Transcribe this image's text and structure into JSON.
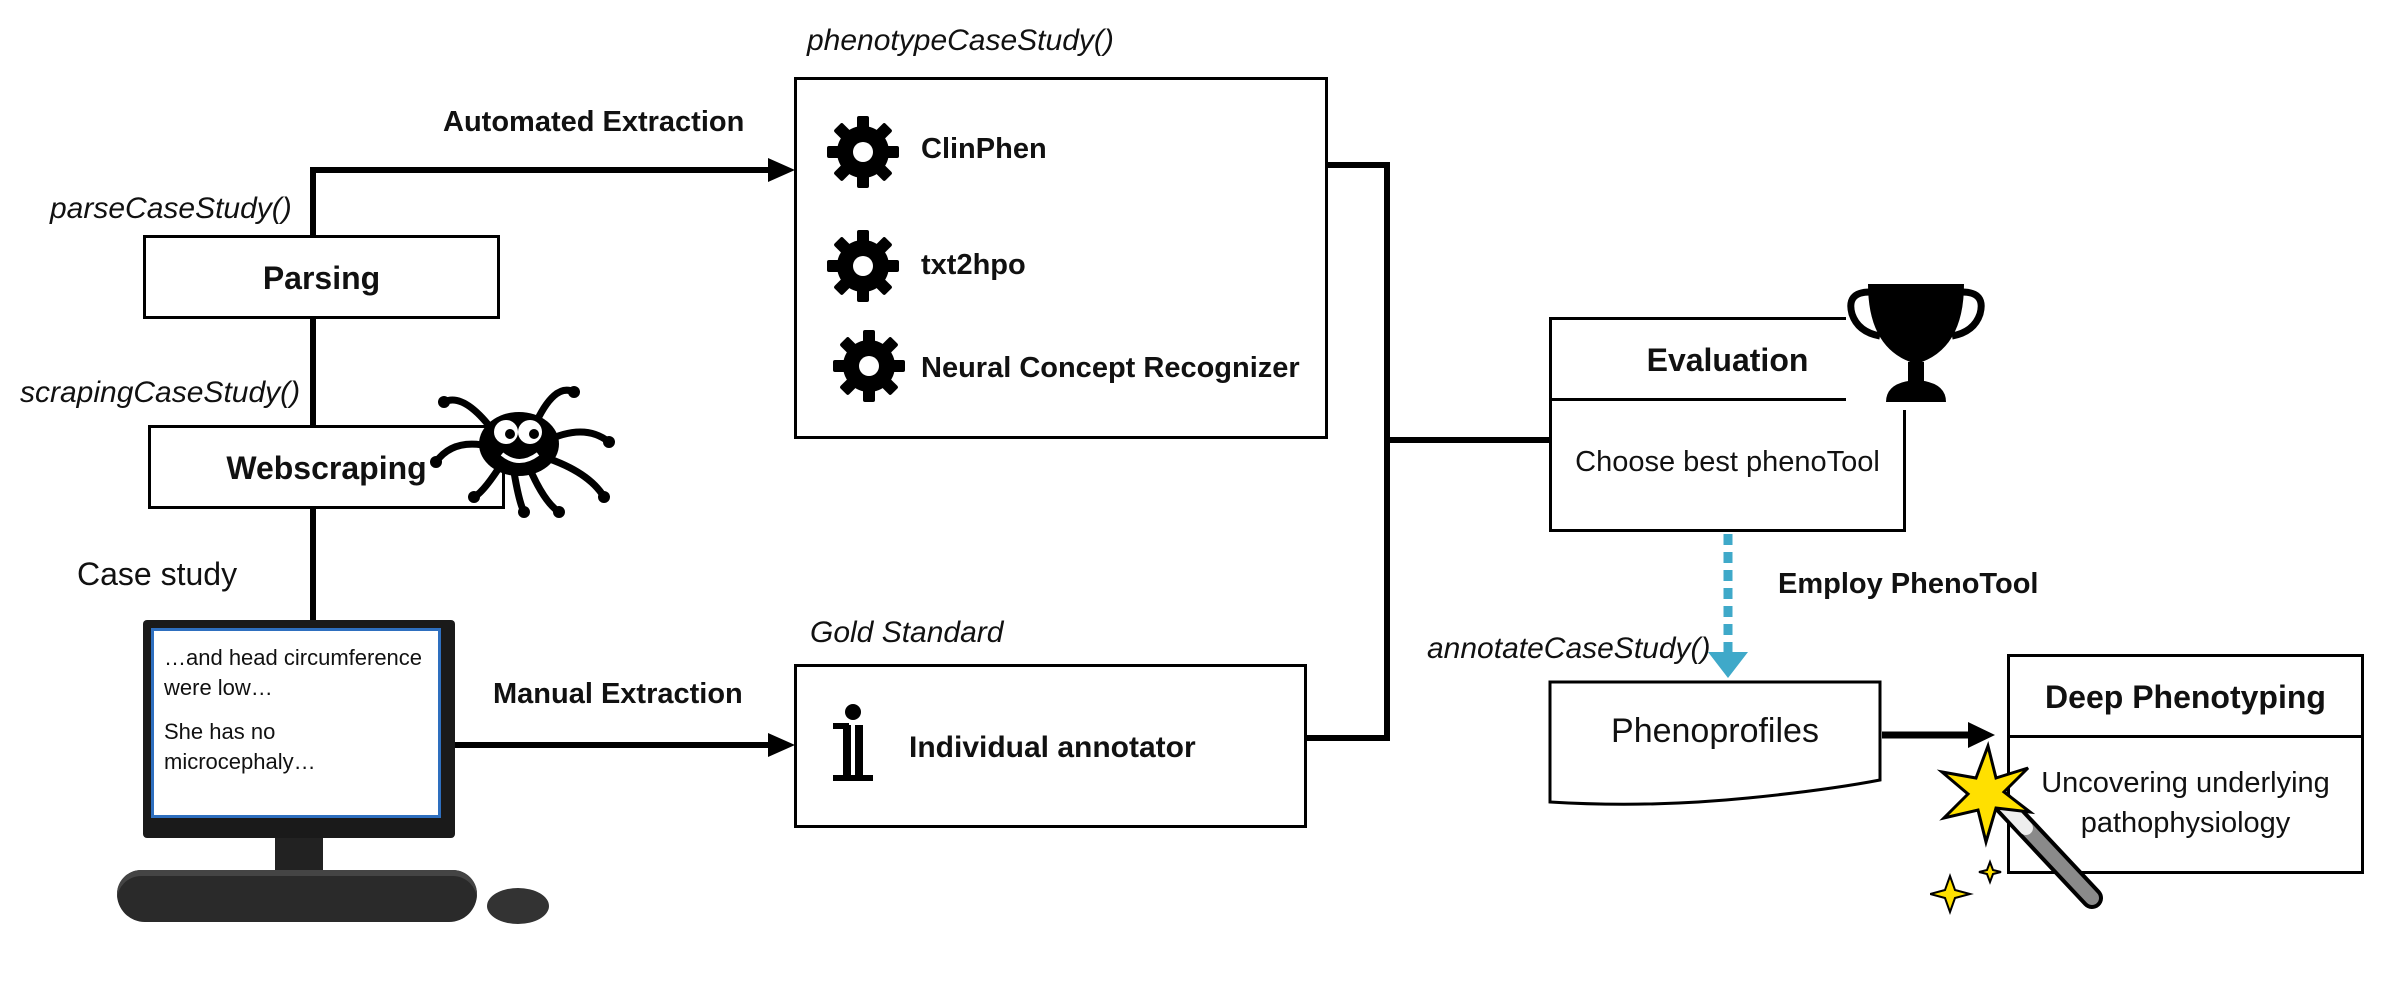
{
  "functions": {
    "phenotype": "phenotypeCaseStudy()",
    "parse": "parseCaseStudy()",
    "scraping": "scrapingCaseStudy()",
    "gold": "Gold Standard",
    "annotate": "annotateCaseStudy()"
  },
  "edges": {
    "automated": "Automated Extraction",
    "manual": "Manual Extraction",
    "employ": "Employ PhenoTool"
  },
  "boxes": {
    "parsing": "Parsing",
    "webscraping": "Webscraping",
    "case_study": "Case study",
    "annotator": "Individual annotator",
    "evaluation": "Evaluation",
    "evaluation_desc": "Choose best phenoTool",
    "phenoprofiles": "Phenoprofiles",
    "deep_title": "Deep Phenotyping",
    "deep_desc_1": "Uncovering underlying",
    "deep_desc_2": "pathophysiology"
  },
  "tools": [
    "ClinPhen",
    "txt2hpo",
    "Neural Concept Recognizer"
  ],
  "screen": {
    "line1": "…and head circumference",
    "line2": "were low…",
    "line3": "She has no microcephaly…"
  },
  "colors": {
    "arrow_dashed": "#3fa9c9",
    "screen_border": "#2e6fbf",
    "line": "#000000",
    "star": "#ffe000"
  },
  "icons": [
    "gear-icon",
    "spider-icon",
    "trophy-icon",
    "info-icon",
    "magic-wand-icon",
    "computer-icon"
  ]
}
